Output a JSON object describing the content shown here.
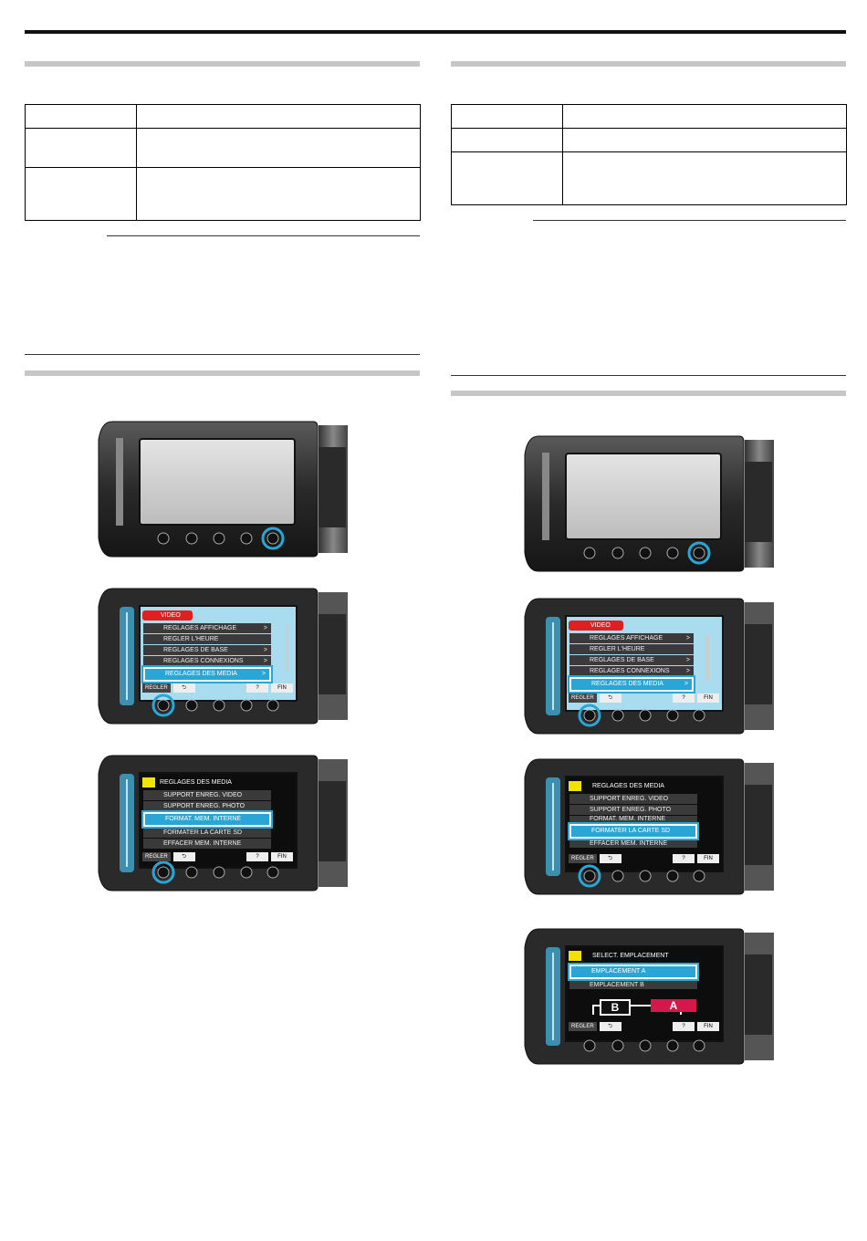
{
  "camera_ui": {
    "fin": "FIN",
    "help": "?",
    "back": "⮌",
    "regler": "REGLER",
    "video_menu": {
      "header": "VIDEO",
      "items": [
        "REGLAGES AFFICHAGE",
        "REGLER L'HEURE",
        "REGLAGES DE BASE",
        "REGLAGES CONNEXIONS",
        "REGLAGES DES MEDIA"
      ],
      "arrow": ">"
    },
    "media_menu_left": {
      "header": "REGLAGES DES MEDIA",
      "items": [
        "SUPPORT ENREG. VIDEO",
        "SUPPORT ENREG. PHOTO",
        "FORMAT. MEM. INTERNE",
        "FORMATER LA CARTE SD",
        "EFFACER MEM. INTERNE"
      ]
    },
    "media_menu_right": {
      "header": "REGLAGES DES MEDIA",
      "items": [
        "SUPPORT ENREG. VIDEO",
        "SUPPORT ENREG. PHOTO",
        "FORMAT. MEM. INTERNE",
        "FORMATER LA CARTE SD",
        "EFFACER MEM. INTERNE"
      ]
    },
    "slot_menu": {
      "header": "SELECT. EMPLACEMENT",
      "items": [
        "EMPLACEMENT A",
        "EMPLACEMENT B"
      ],
      "slot_a": "A",
      "slot_b": "B"
    }
  },
  "colors": {
    "highlight": "#29a6d6",
    "red_header": "#e02020",
    "yellow_header": "#f2e200"
  }
}
